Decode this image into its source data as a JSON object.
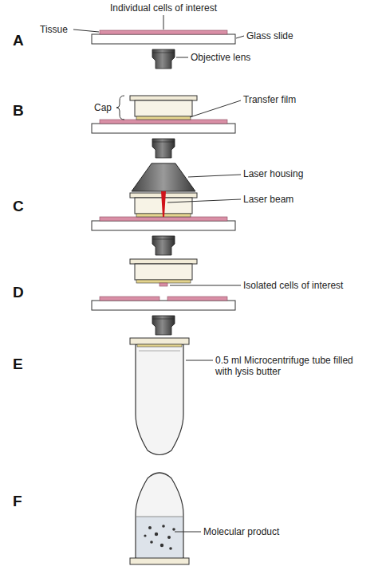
{
  "diagram": {
    "labels": [
      "Individual cells of interest",
      "A",
      "Tissue",
      "Glass slide",
      "Objective lens",
      "B",
      "Cap",
      "Transfer film",
      "C",
      "Laser housing",
      "Laser beam",
      "D",
      "Isolated cells of interest",
      "E",
      "0.5 ml Microcentrifuge tube filled with lysis butter",
      "F",
      "Molecular product"
    ]
  }
}
